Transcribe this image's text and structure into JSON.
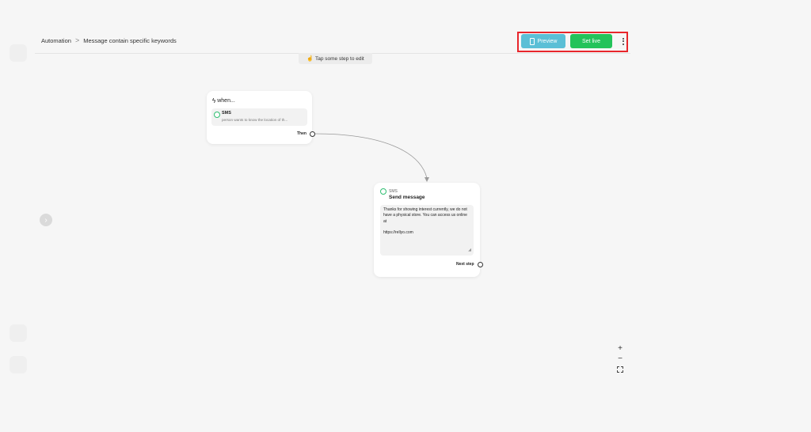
{
  "breadcrumb": {
    "root": "Automation",
    "separator": ">",
    "current": "Message contain specific keywords"
  },
  "header": {
    "preview_label": "Preview",
    "set_live_label": "Set live"
  },
  "hint": {
    "text": "Tap some step to edit"
  },
  "trigger_card": {
    "title": "when...",
    "channel": "SMS",
    "description": "person wants to know the location of th...",
    "output_label": "Then"
  },
  "action_card": {
    "channel": "SMS",
    "title": "Send message",
    "message": "Thanks for showing interest currently, we do not have a physical store. You can access us online at",
    "link": "https://rellyo.com",
    "output_label": "Next step"
  },
  "zoom": {
    "in": "+",
    "out": "−"
  },
  "colors": {
    "preview": "#5bbfd6",
    "set_live": "#23c35a",
    "sms_icon": "#2fbf71",
    "highlight_box": "#e8262b"
  }
}
